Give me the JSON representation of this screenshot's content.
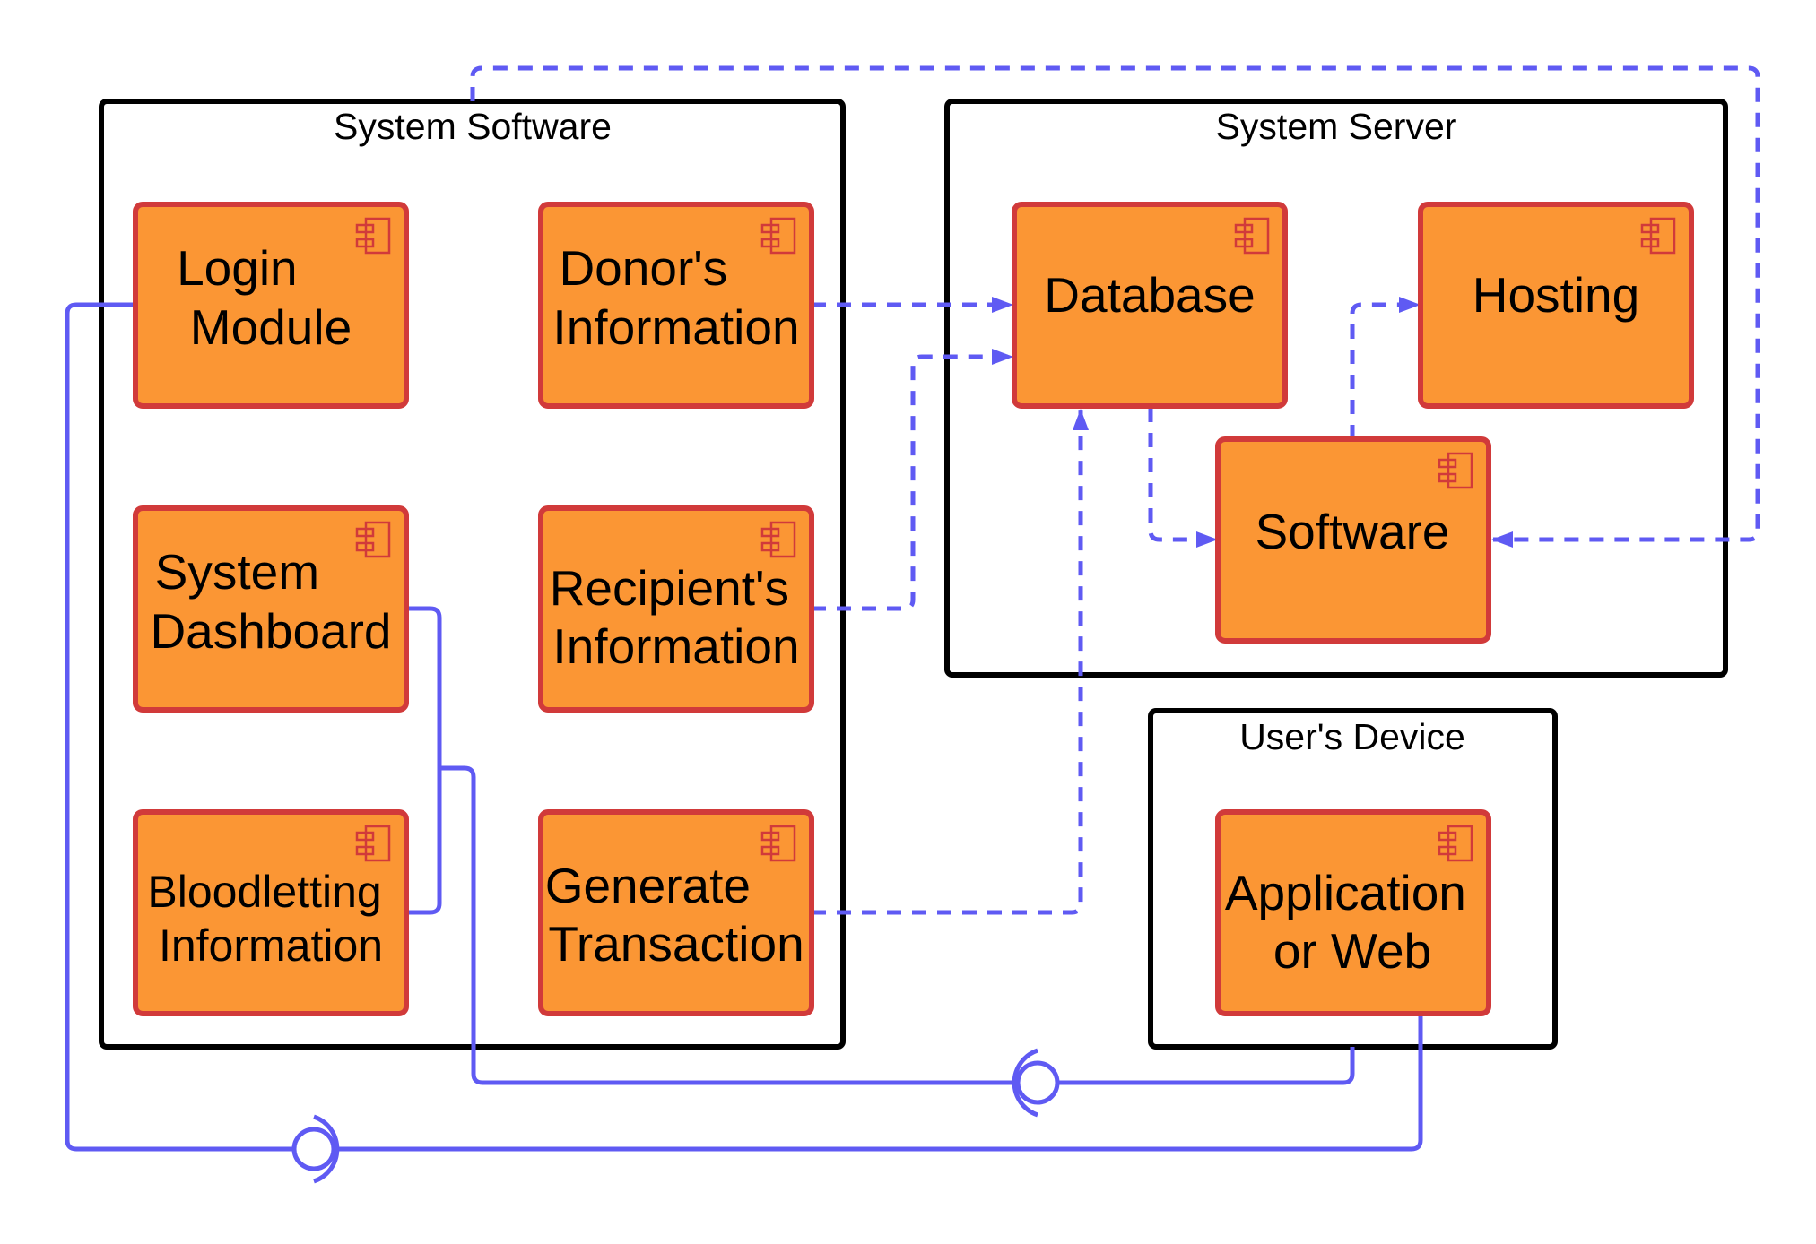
{
  "containers": {
    "system_software": {
      "label": "System Software"
    },
    "system_server": {
      "label": "System Server"
    },
    "users_device": {
      "label": "User's Device"
    }
  },
  "components": {
    "login_module": {
      "lines": [
        "Login",
        "Module"
      ]
    },
    "donors_information": {
      "lines": [
        "Donor's",
        "Information"
      ]
    },
    "system_dashboard": {
      "lines": [
        "System",
        "Dashboard"
      ]
    },
    "recipients_information": {
      "lines": [
        "Recipient's",
        "Information"
      ]
    },
    "bloodletting_information": {
      "lines": [
        "Bloodletting",
        "Information"
      ]
    },
    "generate_transaction": {
      "lines": [
        "Generate",
        "Transaction"
      ]
    },
    "database": {
      "lines": [
        "Database"
      ]
    },
    "hosting": {
      "lines": [
        "Hosting"
      ]
    },
    "software": {
      "lines": [
        "Software"
      ]
    },
    "application_or_web": {
      "lines": [
        "Application",
        "or Web"
      ]
    }
  },
  "colors": {
    "component_fill": "#fb9634",
    "component_border": "#d13a3a",
    "connector": "#5f5af3",
    "container_border": "#000000"
  },
  "icons": {
    "component": "uml-component-icon"
  }
}
